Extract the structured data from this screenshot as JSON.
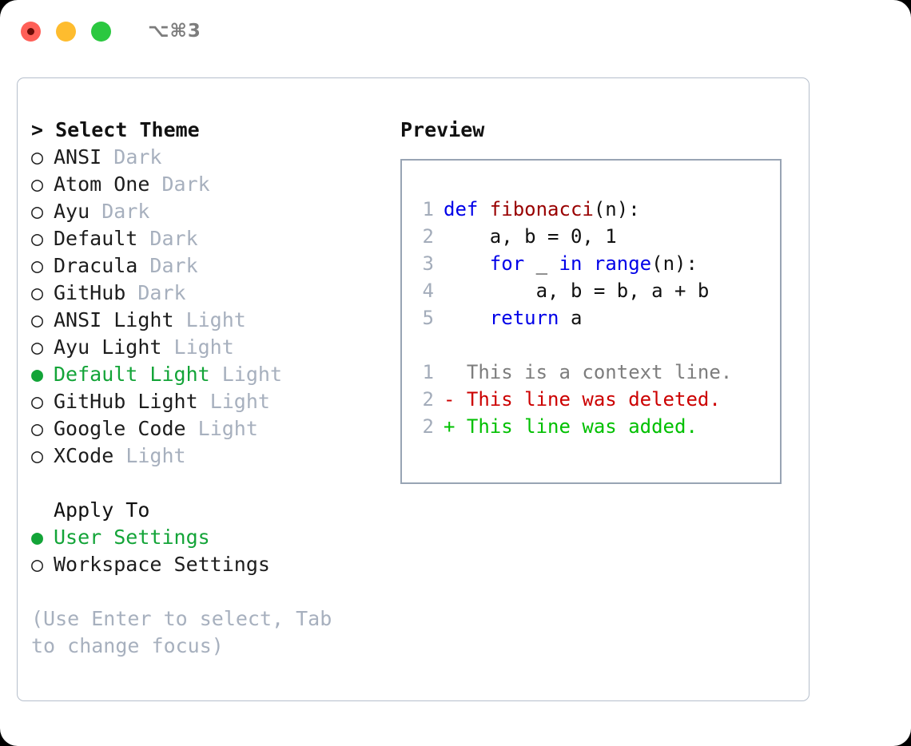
{
  "titlebar": {
    "traffic_lights": [
      "close",
      "minimize",
      "maximize"
    ],
    "shortcut": "⌥⌘3"
  },
  "theme_picker": {
    "heading": "> Select Theme",
    "items": [
      {
        "bullet": "○",
        "label": "ANSI",
        "variant": "Dark",
        "selected": false
      },
      {
        "bullet": "○",
        "label": "Atom One",
        "variant": "Dark",
        "selected": false
      },
      {
        "bullet": "○",
        "label": "Ayu",
        "variant": "Dark",
        "selected": false
      },
      {
        "bullet": "○",
        "label": "Default",
        "variant": "Dark",
        "selected": false
      },
      {
        "bullet": "○",
        "label": "Dracula",
        "variant": "Dark",
        "selected": false
      },
      {
        "bullet": "○",
        "label": "GitHub",
        "variant": "Dark",
        "selected": false
      },
      {
        "bullet": "○",
        "label": "ANSI Light",
        "variant": "Light",
        "selected": false
      },
      {
        "bullet": "○",
        "label": "Ayu Light",
        "variant": "Light",
        "selected": false
      },
      {
        "bullet": "●",
        "label": "Default Light",
        "variant": "Light",
        "selected": true
      },
      {
        "bullet": "○",
        "label": "GitHub Light",
        "variant": "Light",
        "selected": false
      },
      {
        "bullet": "○",
        "label": "Google Code",
        "variant": "Light",
        "selected": false
      },
      {
        "bullet": "○",
        "label": "XCode",
        "variant": "Light",
        "selected": false
      }
    ]
  },
  "apply_to": {
    "heading": "Apply To",
    "items": [
      {
        "bullet": "●",
        "label": "User Settings",
        "selected": true
      },
      {
        "bullet": "○",
        "label": "Workspace Settings",
        "selected": false
      }
    ]
  },
  "hint": "(Use Enter to select, Tab to change focus)",
  "preview": {
    "title": "Preview",
    "code_lines": [
      {
        "no": "1",
        "segments": [
          {
            "text": "def ",
            "cls": "kw"
          },
          {
            "text": "fibonacci",
            "cls": "fn"
          },
          {
            "text": "(n):",
            "cls": "plain"
          }
        ]
      },
      {
        "no": "2",
        "segments": [
          {
            "text": "    a, b = 0, 1",
            "cls": "plain"
          }
        ]
      },
      {
        "no": "3",
        "segments": [
          {
            "text": "    ",
            "cls": "plain"
          },
          {
            "text": "for",
            "cls": "kw"
          },
          {
            "text": " _ ",
            "cls": "plain"
          },
          {
            "text": "in",
            "cls": "kw"
          },
          {
            "text": " ",
            "cls": "plain"
          },
          {
            "text": "range",
            "cls": "kw"
          },
          {
            "text": "(n):",
            "cls": "plain"
          }
        ]
      },
      {
        "no": "4",
        "segments": [
          {
            "text": "        a, b = b, a + b",
            "cls": "plain"
          }
        ]
      },
      {
        "no": "5",
        "segments": [
          {
            "text": "    ",
            "cls": "plain"
          },
          {
            "text": "return",
            "cls": "kw"
          },
          {
            "text": " a",
            "cls": "plain"
          }
        ]
      }
    ],
    "diff_lines": [
      {
        "no": "1",
        "marker": "  ",
        "text": "This is a context line.",
        "cls": "diff-ctx"
      },
      {
        "no": "2",
        "marker": "- ",
        "text": "This line was deleted.",
        "cls": "diff-del"
      },
      {
        "no": "2",
        "marker": "+ ",
        "text": "This line was added.",
        "cls": "diff-add"
      }
    ]
  },
  "colors": {
    "selected_green": "#13a438",
    "muted_gray": "#a7b0be",
    "keyword_blue": "#0000e8",
    "function_red": "#990000",
    "diff_delete": "#cc0000",
    "diff_add": "#00c000",
    "panel_border": "#b6bfcc",
    "codebox_border": "#98a4b4"
  }
}
